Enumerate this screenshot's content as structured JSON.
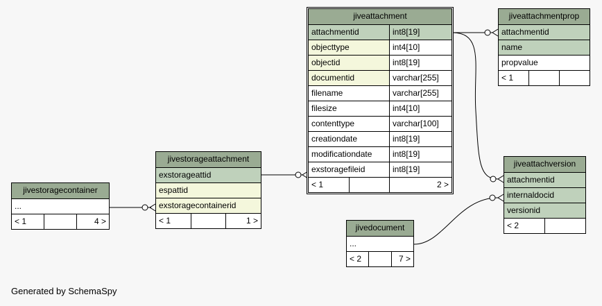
{
  "footer_note": "Generated by SchemaSpy",
  "tables": {
    "jiveattachment": {
      "name": "jiveattachment",
      "columns": [
        {
          "name": "attachmentid",
          "type": "int8[19]",
          "role": "pk"
        },
        {
          "name": "objecttype",
          "type": "int4[10]",
          "role": "fk"
        },
        {
          "name": "objectid",
          "type": "int8[19]",
          "role": "fk"
        },
        {
          "name": "documentid",
          "type": "varchar[255]",
          "role": "fk"
        },
        {
          "name": "filename",
          "type": "varchar[255]",
          "role": ""
        },
        {
          "name": "filesize",
          "type": "int4[10]",
          "role": ""
        },
        {
          "name": "contenttype",
          "type": "varchar[100]",
          "role": ""
        },
        {
          "name": "creationdate",
          "type": "int8[19]",
          "role": ""
        },
        {
          "name": "modificationdate",
          "type": "int8[19]",
          "role": ""
        },
        {
          "name": "exstoragefileid",
          "type": "int8[19]",
          "role": ""
        }
      ],
      "footer": [
        "< 1",
        "",
        "2 >"
      ]
    },
    "jiveattachmentprop": {
      "name": "jiveattachmentprop",
      "columns": [
        "attachmentid",
        "name",
        "propvalue"
      ],
      "footer": [
        "< 1",
        "",
        ""
      ]
    },
    "jiveattachversion": {
      "name": "jiveattachversion",
      "columns": [
        "attachmentid",
        "internaldocid",
        "versionid"
      ],
      "footer": [
        "< 2",
        ""
      ]
    },
    "jivestorageattachment": {
      "name": "jivestorageattachment",
      "columns": [
        "exstorageattid",
        "espattid",
        "exstoragecontainerid"
      ],
      "footer": [
        "< 1",
        "",
        "1 >"
      ]
    },
    "jivestoragecontainer": {
      "name": "jivestoragecontainer",
      "columns": [
        "..."
      ],
      "footer": [
        "< 1",
        "",
        "4 >"
      ]
    },
    "jivedocument": {
      "name": "jivedocument",
      "columns": [
        "..."
      ],
      "footer": [
        "< 2",
        "",
        "7 >"
      ]
    }
  }
}
